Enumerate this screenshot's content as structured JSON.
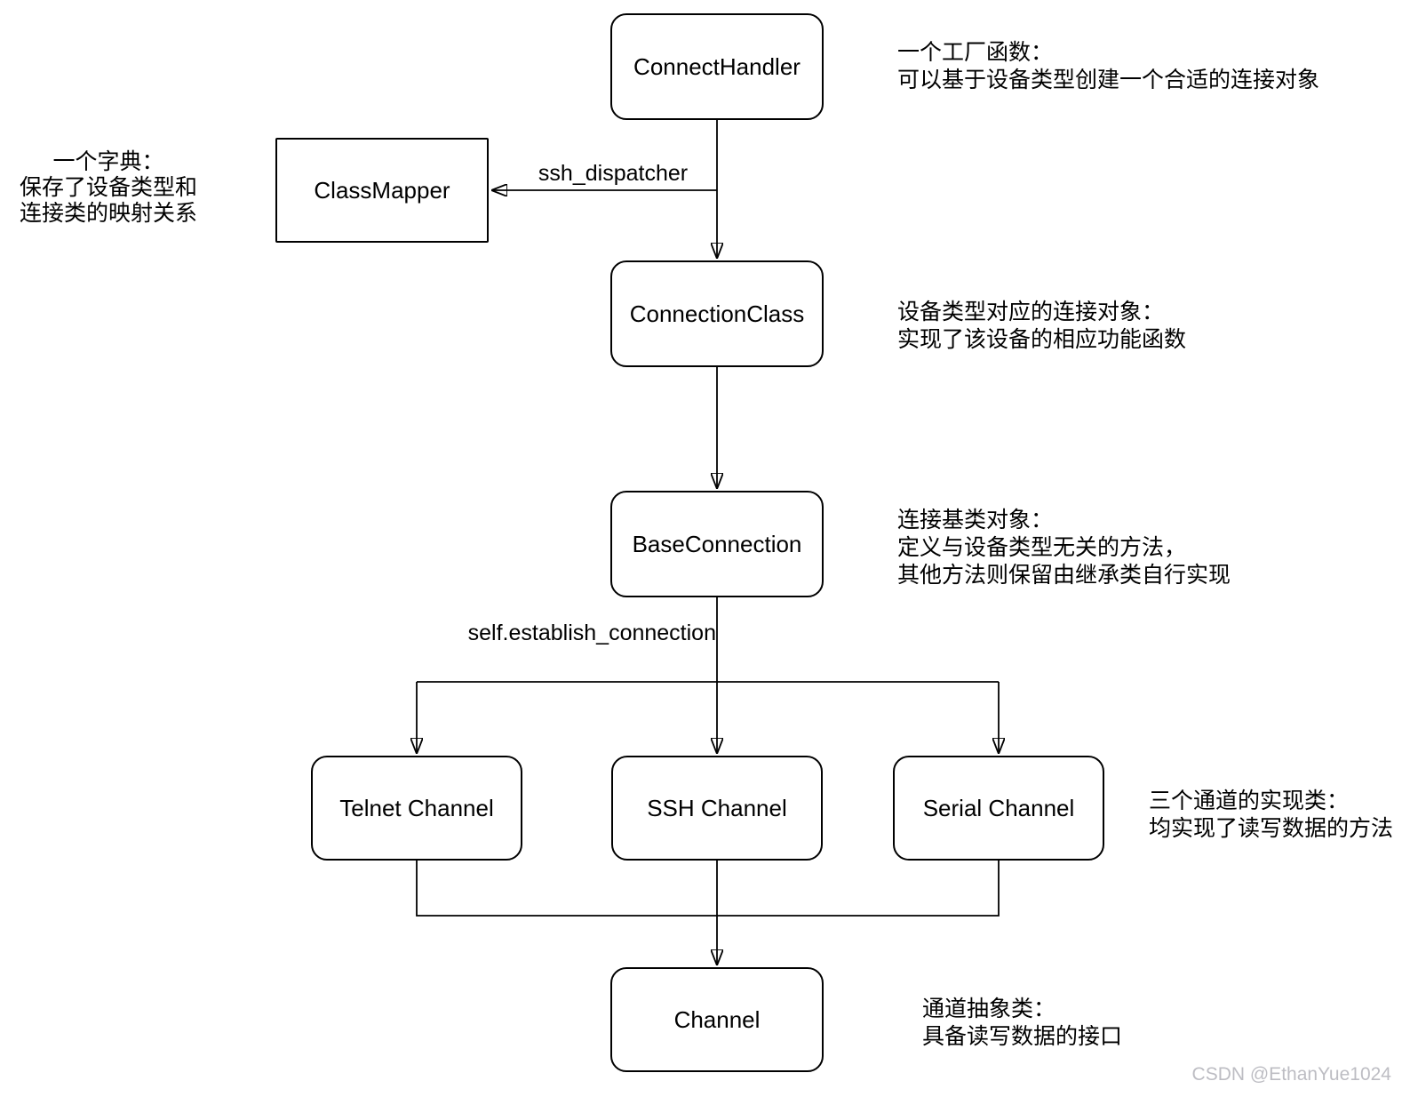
{
  "diagram": {
    "nodes": [
      {
        "id": "connect-handler",
        "label": "ConnectHandler"
      },
      {
        "id": "class-mapper",
        "label": "ClassMapper"
      },
      {
        "id": "connection-class",
        "label": "ConnectionClass"
      },
      {
        "id": "base-connection",
        "label": "BaseConnection"
      },
      {
        "id": "telnet-channel",
        "label": "Telnet Channel"
      },
      {
        "id": "ssh-channel",
        "label": "SSH Channel"
      },
      {
        "id": "serial-channel",
        "label": "Serial Channel"
      },
      {
        "id": "channel",
        "label": "Channel"
      }
    ],
    "edge_labels": {
      "ssh_dispatcher": "ssh_dispatcher",
      "establish_connection": "self.establish_connection"
    },
    "annotations": {
      "factory": {
        "lines": [
          "一个工厂函数：",
          "可以基于设备类型创建一个合适的连接对象"
        ]
      },
      "dict": {
        "lines": [
          "一个字典：",
          "保存了设备类型和",
          "连接类的映射关系"
        ]
      },
      "connection_object": {
        "lines": [
          "设备类型对应的连接对象：",
          "实现了该设备的相应功能函数"
        ]
      },
      "base_connection": {
        "lines": [
          "连接基类对象：",
          "定义与设备类型无关的方法，",
          "其他方法则保留由继承类自行实现"
        ]
      },
      "channels": {
        "lines": [
          "三个通道的实现类：",
          "均实现了读写数据的方法"
        ]
      },
      "channel_abstract": {
        "lines": [
          "通道抽象类：",
          "具备读写数据的接口"
        ]
      }
    },
    "colors": {
      "stroke": "#000000",
      "background": "#ffffff",
      "watermark": "#bdbdc3"
    },
    "watermark": "CSDN @EthanYue1024"
  }
}
